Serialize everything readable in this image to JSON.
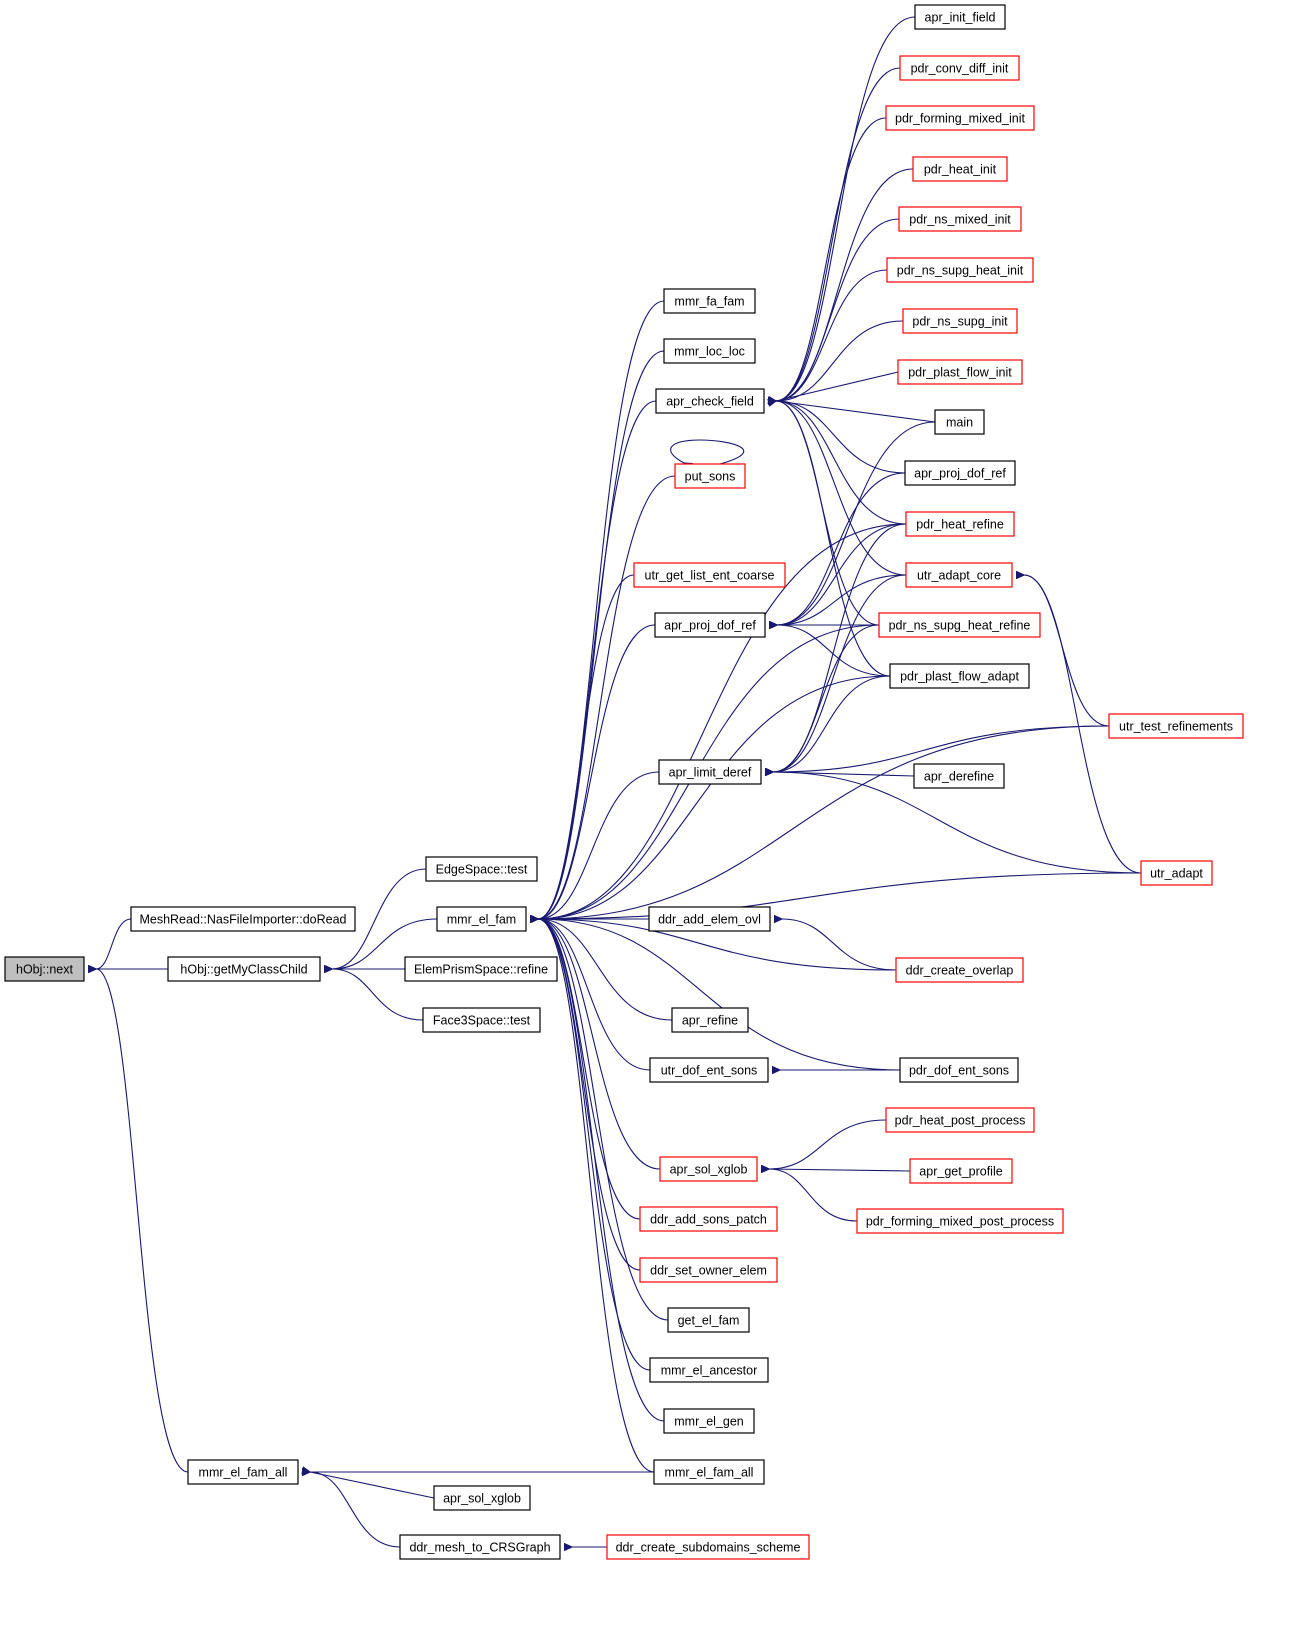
{
  "colors": {
    "edge": "#191970",
    "node_border_black": "#000000",
    "node_border_red": "#ff0000",
    "node_fill": "#ffffff",
    "root_fill": "#bfbfbf",
    "text": "#000000"
  },
  "nodes": [
    {
      "id": "hobj_next",
      "label": "hObj::next",
      "style": "root"
    },
    {
      "id": "meshread",
      "label": "MeshRead::NasFileImporter::doRead",
      "style": "black"
    },
    {
      "id": "getmyclasschild",
      "label": "hObj::getMyClassChild",
      "style": "black"
    },
    {
      "id": "mmr_el_fam_all_l",
      "label": "mmr_el_fam_all",
      "style": "black"
    },
    {
      "id": "edgespace_test",
      "label": "EdgeSpace::test",
      "style": "black"
    },
    {
      "id": "mmr_el_fam",
      "label": "mmr_el_fam",
      "style": "black"
    },
    {
      "id": "elemprism_refine",
      "label": "ElemPrismSpace::refine",
      "style": "black"
    },
    {
      "id": "face3space_test",
      "label": "Face3Space::test",
      "style": "black"
    },
    {
      "id": "apr_sol_xglob_b",
      "label": "apr_sol_xglob",
      "style": "black"
    },
    {
      "id": "ddr_mesh_to_crs",
      "label": "ddr_mesh_to_CRSGraph",
      "style": "black"
    },
    {
      "id": "mmr_fa_fam",
      "label": "mmr_fa_fam",
      "style": "black"
    },
    {
      "id": "mmr_loc_loc",
      "label": "mmr_loc_loc",
      "style": "black"
    },
    {
      "id": "apr_check_field",
      "label": "apr_check_field",
      "style": "black"
    },
    {
      "id": "put_sons",
      "label": "put_sons",
      "style": "red"
    },
    {
      "id": "utr_get_list_ent_coarse",
      "label": "utr_get_list_ent_coarse",
      "style": "red"
    },
    {
      "id": "apr_proj_dof_ref_m",
      "label": "apr_proj_dof_ref",
      "style": "black"
    },
    {
      "id": "apr_limit_deref",
      "label": "apr_limit_deref",
      "style": "black"
    },
    {
      "id": "ddr_add_elem_ovl",
      "label": "ddr_add_elem_ovl",
      "style": "black"
    },
    {
      "id": "apr_refine",
      "label": "apr_refine",
      "style": "black"
    },
    {
      "id": "utr_dof_ent_sons",
      "label": "utr_dof_ent_sons",
      "style": "black"
    },
    {
      "id": "apr_sol_xglob_m",
      "label": "apr_sol_xglob",
      "style": "red"
    },
    {
      "id": "ddr_add_sons_patch",
      "label": "ddr_add_sons_patch",
      "style": "red"
    },
    {
      "id": "ddr_set_owner_elem",
      "label": "ddr_set_owner_elem",
      "style": "red"
    },
    {
      "id": "get_el_fam",
      "label": "get_el_fam",
      "style": "black"
    },
    {
      "id": "mmr_el_ancestor",
      "label": "mmr_el_ancestor",
      "style": "black"
    },
    {
      "id": "mmr_el_gen",
      "label": "mmr_el_gen",
      "style": "black"
    },
    {
      "id": "mmr_el_fam_all_m",
      "label": "mmr_el_fam_all",
      "style": "black"
    },
    {
      "id": "ddr_create_subdomains",
      "label": "ddr_create_subdomains_scheme",
      "style": "red"
    },
    {
      "id": "apr_init_field",
      "label": "apr_init_field",
      "style": "black"
    },
    {
      "id": "pdr_conv_diff_init",
      "label": "pdr_conv_diff_init",
      "style": "red"
    },
    {
      "id": "pdr_forming_mixed_init",
      "label": "pdr_forming_mixed_init",
      "style": "red"
    },
    {
      "id": "pdr_heat_init",
      "label": "pdr_heat_init",
      "style": "red"
    },
    {
      "id": "pdr_ns_mixed_init",
      "label": "pdr_ns_mixed_init",
      "style": "red"
    },
    {
      "id": "pdr_ns_supg_heat_init",
      "label": "pdr_ns_supg_heat_init",
      "style": "red"
    },
    {
      "id": "pdr_ns_supg_init",
      "label": "pdr_ns_supg_init",
      "style": "red"
    },
    {
      "id": "pdr_plast_flow_init",
      "label": "pdr_plast_flow_init",
      "style": "red"
    },
    {
      "id": "main",
      "label": "main",
      "style": "black"
    },
    {
      "id": "apr_proj_dof_ref_r",
      "label": "apr_proj_dof_ref",
      "style": "black"
    },
    {
      "id": "pdr_heat_refine",
      "label": "pdr_heat_refine",
      "style": "red"
    },
    {
      "id": "utr_adapt_core",
      "label": "utr_adapt_core",
      "style": "red"
    },
    {
      "id": "pdr_ns_supg_heat_refine",
      "label": "pdr_ns_supg_heat_refine",
      "style": "red"
    },
    {
      "id": "pdr_plast_flow_adapt",
      "label": "pdr_plast_flow_adapt",
      "style": "black"
    },
    {
      "id": "apr_derefine",
      "label": "apr_derefine",
      "style": "black"
    },
    {
      "id": "ddr_create_overlap",
      "label": "ddr_create_overlap",
      "style": "red"
    },
    {
      "id": "pdr_dof_ent_sons",
      "label": "pdr_dof_ent_sons",
      "style": "black"
    },
    {
      "id": "pdr_heat_post_process",
      "label": "pdr_heat_post_process",
      "style": "red"
    },
    {
      "id": "apr_get_profile",
      "label": "apr_get_profile",
      "style": "red"
    },
    {
      "id": "pdr_forming_mixed_post_process",
      "label": "pdr_forming_mixed_post_process",
      "style": "red"
    },
    {
      "id": "utr_test_refinements",
      "label": "utr_test_refinements",
      "style": "red"
    },
    {
      "id": "utr_adapt",
      "label": "utr_adapt",
      "style": "red"
    }
  ],
  "edges": [
    [
      "meshread",
      "hobj_next"
    ],
    [
      "getmyclasschild",
      "hobj_next"
    ],
    [
      "mmr_el_fam_all_l",
      "hobj_next"
    ],
    [
      "edgespace_test",
      "getmyclasschild"
    ],
    [
      "mmr_el_fam",
      "getmyclasschild"
    ],
    [
      "elemprism_refine",
      "getmyclasschild"
    ],
    [
      "face3space_test",
      "getmyclasschild"
    ],
    [
      "mmr_el_fam_all_m",
      "mmr_el_fam_all_l"
    ],
    [
      "apr_sol_xglob_b",
      "mmr_el_fam_all_l"
    ],
    [
      "ddr_mesh_to_crs",
      "mmr_el_fam_all_l"
    ],
    [
      "ddr_create_subdomains",
      "ddr_mesh_to_crs"
    ],
    [
      "mmr_fa_fam",
      "mmr_el_fam"
    ],
    [
      "mmr_loc_loc",
      "mmr_el_fam"
    ],
    [
      "apr_check_field",
      "mmr_el_fam"
    ],
    [
      "put_sons",
      "mmr_el_fam"
    ],
    [
      "pdr_heat_refine",
      "mmr_el_fam"
    ],
    [
      "utr_get_list_ent_coarse",
      "mmr_el_fam"
    ],
    [
      "apr_proj_dof_ref_m",
      "mmr_el_fam"
    ],
    [
      "pdr_ns_supg_heat_refine",
      "mmr_el_fam"
    ],
    [
      "pdr_plast_flow_adapt",
      "mmr_el_fam"
    ],
    [
      "apr_limit_deref",
      "mmr_el_fam"
    ],
    [
      "utr_test_refinements",
      "mmr_el_fam"
    ],
    [
      "utr_adapt",
      "mmr_el_fam"
    ],
    [
      "ddr_add_elem_ovl",
      "mmr_el_fam"
    ],
    [
      "ddr_create_overlap",
      "mmr_el_fam"
    ],
    [
      "apr_refine",
      "mmr_el_fam"
    ],
    [
      "utr_dof_ent_sons",
      "mmr_el_fam"
    ],
    [
      "pdr_dof_ent_sons",
      "mmr_el_fam"
    ],
    [
      "apr_sol_xglob_m",
      "mmr_el_fam"
    ],
    [
      "ddr_add_sons_patch",
      "mmr_el_fam"
    ],
    [
      "ddr_set_owner_elem",
      "mmr_el_fam"
    ],
    [
      "get_el_fam",
      "mmr_el_fam"
    ],
    [
      "mmr_el_ancestor",
      "mmr_el_fam"
    ],
    [
      "mmr_el_gen",
      "mmr_el_fam"
    ],
    [
      "mmr_el_fam_all_m",
      "mmr_el_fam"
    ],
    [
      "apr_init_field",
      "apr_check_field"
    ],
    [
      "pdr_conv_diff_init",
      "apr_check_field"
    ],
    [
      "pdr_forming_mixed_init",
      "apr_check_field"
    ],
    [
      "pdr_heat_init",
      "apr_check_field"
    ],
    [
      "pdr_ns_mixed_init",
      "apr_check_field"
    ],
    [
      "pdr_ns_supg_heat_init",
      "apr_check_field"
    ],
    [
      "pdr_ns_supg_init",
      "apr_check_field"
    ],
    [
      "pdr_plast_flow_init",
      "apr_check_field"
    ],
    [
      "main",
      "apr_check_field"
    ],
    [
      "apr_proj_dof_ref_r",
      "apr_check_field"
    ],
    [
      "pdr_heat_refine",
      "apr_check_field"
    ],
    [
      "utr_adapt_core",
      "apr_check_field"
    ],
    [
      "pdr_ns_supg_heat_refine",
      "apr_check_field"
    ],
    [
      "pdr_plast_flow_adapt",
      "apr_check_field"
    ],
    [
      "main",
      "apr_proj_dof_ref_m"
    ],
    [
      "apr_proj_dof_ref_r",
      "apr_proj_dof_ref_m"
    ],
    [
      "pdr_heat_refine",
      "apr_proj_dof_ref_m"
    ],
    [
      "utr_adapt_core",
      "apr_proj_dof_ref_m"
    ],
    [
      "pdr_ns_supg_heat_refine",
      "apr_proj_dof_ref_m"
    ],
    [
      "pdr_plast_flow_adapt",
      "apr_proj_dof_ref_m"
    ],
    [
      "pdr_heat_refine",
      "apr_limit_deref"
    ],
    [
      "utr_adapt_core",
      "apr_limit_deref"
    ],
    [
      "pdr_ns_supg_heat_refine",
      "apr_limit_deref"
    ],
    [
      "pdr_plast_flow_adapt",
      "apr_limit_deref"
    ],
    [
      "utr_test_refinements",
      "apr_limit_deref"
    ],
    [
      "apr_derefine",
      "apr_limit_deref"
    ],
    [
      "utr_adapt",
      "apr_limit_deref"
    ],
    [
      "utr_test_refinements",
      "utr_adapt_core"
    ],
    [
      "utr_adapt",
      "utr_adapt_core"
    ],
    [
      "ddr_create_overlap",
      "ddr_add_elem_ovl"
    ],
    [
      "pdr_dof_ent_sons",
      "utr_dof_ent_sons"
    ],
    [
      "pdr_heat_post_process",
      "apr_sol_xglob_m"
    ],
    [
      "apr_get_profile",
      "apr_sol_xglob_m"
    ],
    [
      "pdr_forming_mixed_post_process",
      "apr_sol_xglob_m"
    ],
    [
      "put_sons",
      "put_sons"
    ]
  ]
}
